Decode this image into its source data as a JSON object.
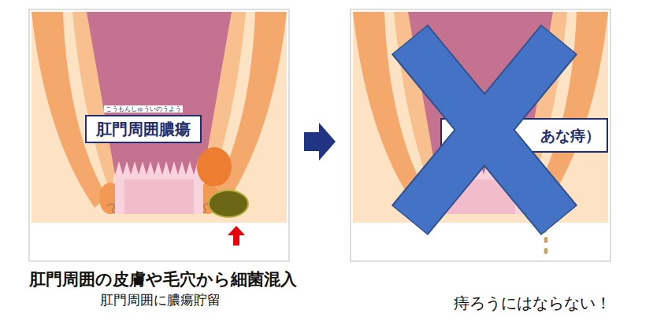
{
  "diagram": {
    "nodes": [
      {
        "text": [
          "こうもんしゅういのうよう",
          "肛門周囲膿瘍"
        ]
      },
      {
        "text": [
          "あな痔）"
        ]
      }
    ],
    "labels": [
      "肛門周囲の皮膚や毛穴から細菌混入",
      "肛門周囲に膿瘍貯留",
      "痔ろうにはならない！"
    ]
  }
}
